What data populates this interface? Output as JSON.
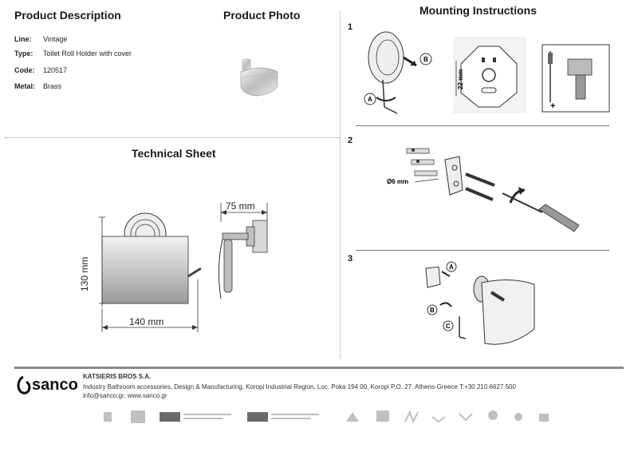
{
  "headings": {
    "product_description": "Product Description",
    "product_photo": "Product Photo",
    "mounting_instructions": "Mounting Instructions",
    "technical_sheet": "Technical Sheet"
  },
  "specs": [
    {
      "label": "Line:",
      "value": "Vintage"
    },
    {
      "label": "Type:",
      "value": "Toilet Roll Holder with cover"
    },
    {
      "label": "Code:",
      "value": "120517"
    },
    {
      "label": "Metal:",
      "value": "Brass"
    }
  ],
  "technical": {
    "height": "130 mm",
    "width": "140 mm",
    "depth": "75 mm"
  },
  "steps": {
    "one": "1",
    "two": "2",
    "three": "3",
    "marker_a": "A",
    "marker_b": "B",
    "marker_c": "C",
    "plate_dim": "22 mm",
    "drill_dim": "Ø6 mm"
  },
  "footer": {
    "brand": "sanco",
    "company": "KATSIERIS BROS S.A.",
    "address": "Industry Bathroom accessories, Design & Manufacturing, Koropi Industrial Region, Loc. Poka 194 00, Koropi P.O. 27. Athens-Greece   T:+30 210 6627 500",
    "contact": "info@sanco.gr, www.sanco.gr"
  },
  "colors": {
    "accent_gray": "#8a8a8a",
    "text": "#111111"
  }
}
